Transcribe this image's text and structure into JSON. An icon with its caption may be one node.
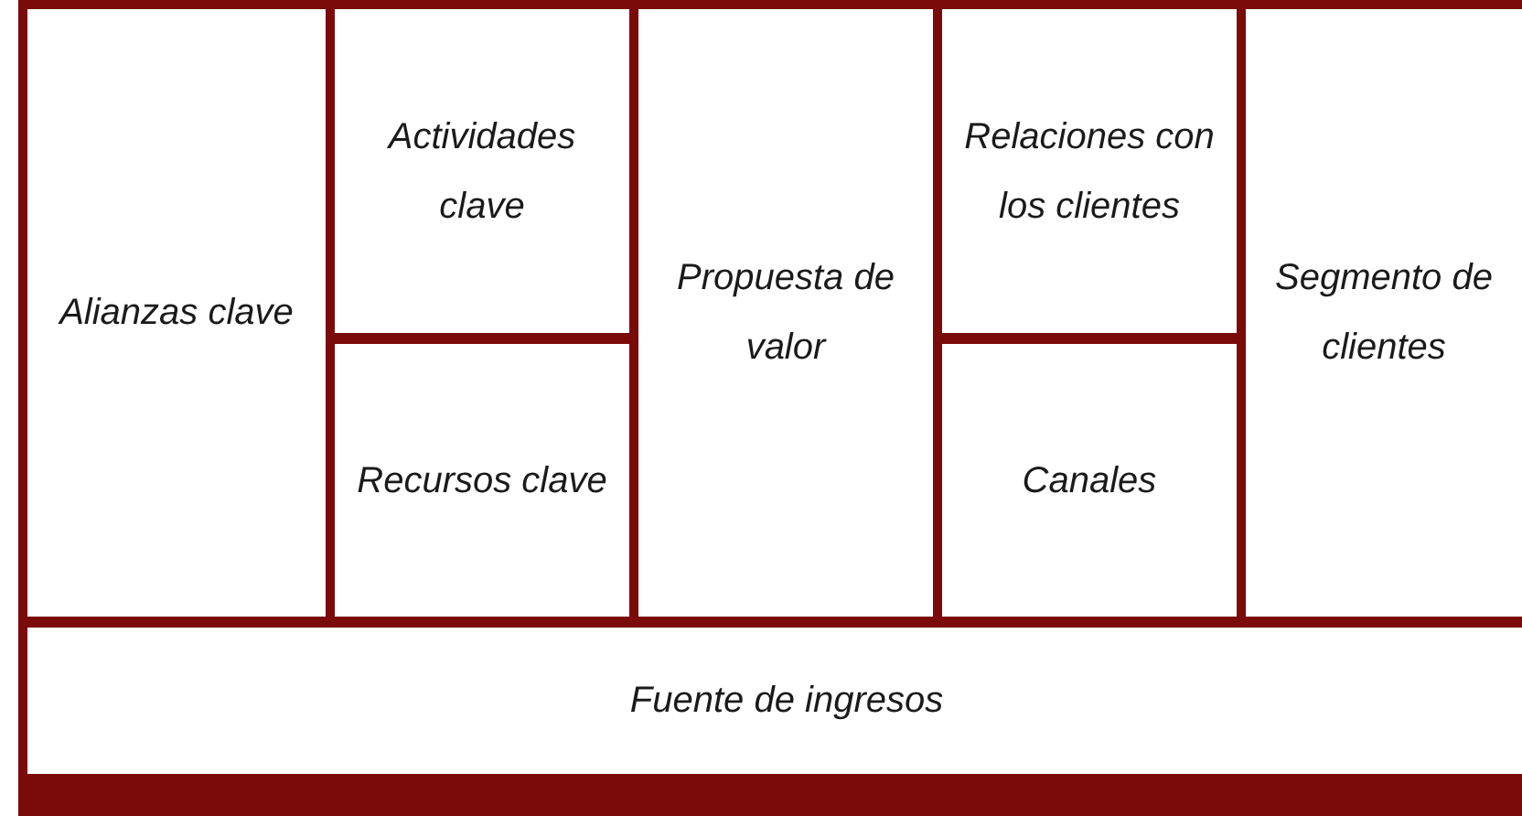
{
  "diagram": {
    "nodes": [
      {
        "text": [
          "Alianzas clave"
        ]
      },
      {
        "text": [
          "Actividades clave"
        ]
      },
      {
        "text": [
          "Recursos clave"
        ]
      },
      {
        "text": [
          "Propuesta de valor"
        ]
      },
      {
        "text": [
          "Relaciones con los clientes"
        ]
      },
      {
        "text": [
          "Canales"
        ]
      },
      {
        "text": [
          "Segmento de clientes"
        ]
      },
      {
        "text": [
          "Fuente de ingresos"
        ]
      }
    ]
  }
}
